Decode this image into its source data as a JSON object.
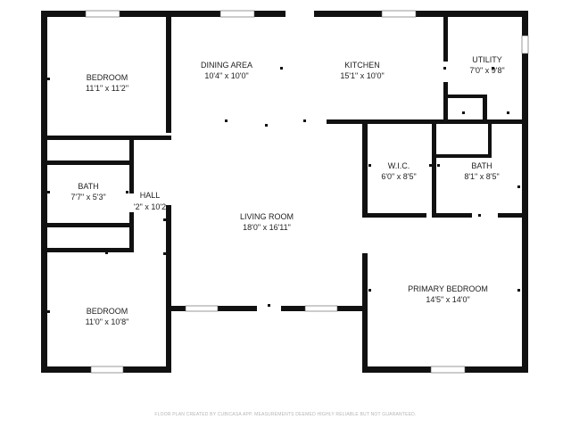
{
  "rooms": {
    "bedroom_top": {
      "name": "BEDROOM",
      "dims": "11'1\" x 11'2\""
    },
    "dining": {
      "name": "DINING AREA",
      "dims": "10'4\" x 10'0\""
    },
    "kitchen": {
      "name": "KITCHEN",
      "dims": "15'1\" x 10'0\""
    },
    "utility": {
      "name": "UTILITY",
      "dims": "7'0\" x 9'8\""
    },
    "wic": {
      "name": "W.I.C.",
      "dims": "6'0\" x 8'5\""
    },
    "bath_primary": {
      "name": "BATH",
      "dims": "8'1\" x 8'5\""
    },
    "bath_left": {
      "name": "BATH",
      "dims": "7'7\" x 5'3\""
    },
    "hall": {
      "name": "HALL",
      "dims": "'2\" x 10'2"
    },
    "living": {
      "name": "LIVING ROOM",
      "dims": "18'0\" x 16'11\""
    },
    "primary_bedroom": {
      "name": "PRIMARY BEDROOM",
      "dims": "14'5\" x 14'0\""
    },
    "bedroom_bottom": {
      "name": "BEDROOM",
      "dims": "11'0\" x 10'8\""
    }
  },
  "footer": "FLOOR PLAN CREATED BY CUBICASA APP. MEASUREMENTS DEEMED HIGHLY RELIABLE BUT NOT GUARANTEED."
}
